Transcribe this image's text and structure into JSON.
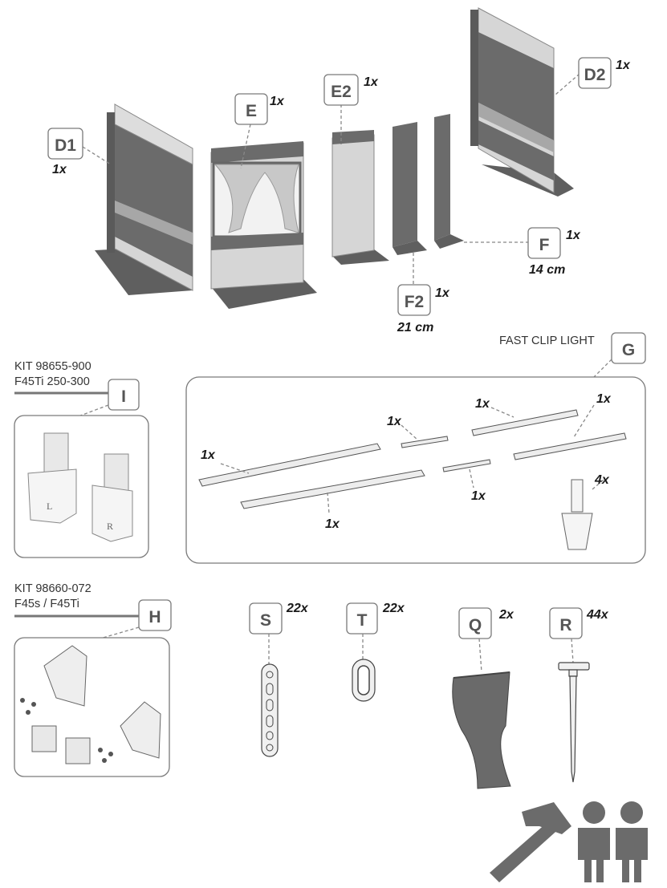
{
  "parts": {
    "D1": {
      "label": "D1",
      "qty": "1x"
    },
    "E": {
      "label": "E",
      "qty": "1x"
    },
    "E2": {
      "label": "E2",
      "qty": "1x"
    },
    "D2": {
      "label": "D2",
      "qty": "1x"
    },
    "F": {
      "label": "F",
      "qty": "1x",
      "size": "14 cm"
    },
    "F2": {
      "label": "F2",
      "qty": "1x",
      "size": "21 cm"
    },
    "G": {
      "label": "G",
      "title": "FAST CLIP LIGHT"
    },
    "I": {
      "label": "I",
      "kit_line1": "KIT 98655-900",
      "kit_line2": "F45Ti 250-300",
      "left_mark": "L",
      "right_mark": "R"
    },
    "H": {
      "label": "H",
      "kit_line1": "KIT 98660-072",
      "kit_line2": "F45s / F45Ti"
    },
    "S": {
      "label": "S",
      "qty": "22x"
    },
    "T": {
      "label": "T",
      "qty": "22x"
    },
    "Q": {
      "label": "Q",
      "qty": "2x"
    },
    "R": {
      "label": "R",
      "qty": "44x"
    }
  },
  "rail_quantities": {
    "long_top": "1x",
    "long_bottom": "1x",
    "short_top": "1x",
    "short_bottom": "1x",
    "mid_upper": "1x",
    "mid_lower": "1x",
    "connector": "4x"
  },
  "icons": [
    "hammer-icon",
    "two-persons-icon"
  ],
  "colors": {
    "panel": "#6b6b6b",
    "outline": "#7a7a7a",
    "label": "#555555"
  }
}
